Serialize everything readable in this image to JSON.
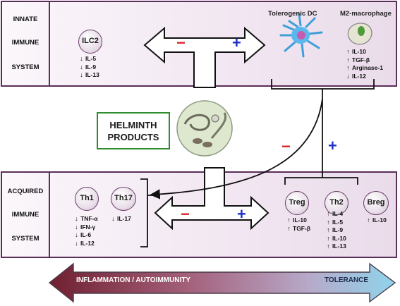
{
  "innate": {
    "label_lines": [
      "INNATE",
      "IMMUNE",
      "SYSTEM"
    ],
    "ilc2": {
      "name": "ILC2",
      "items": [
        {
          "dir": "down",
          "text": "IL-5"
        },
        {
          "dir": "down",
          "text": "IL-9"
        },
        {
          "dir": "down",
          "text": "IL-13"
        }
      ]
    },
    "tolerogenic_dc": {
      "title": "Tolerogenic DC"
    },
    "m2_macrophage": {
      "title": "M2-macrophage",
      "items": [
        {
          "dir": "up",
          "text": "IL-10"
        },
        {
          "dir": "up",
          "text": "TGF-β"
        },
        {
          "dir": "up",
          "text": "Arginase-1"
        },
        {
          "dir": "down",
          "text": "IL-12"
        }
      ]
    }
  },
  "helminth": {
    "line1": "HELMINTH",
    "line2": "PRODUCTS"
  },
  "signs": {
    "minus": "−",
    "plus": "+"
  },
  "acquired": {
    "label_lines": [
      "ACQUIRED",
      "IMMUNE",
      "SYSTEM"
    ],
    "th1": {
      "name": "Th1",
      "items": [
        {
          "dir": "down",
          "text": "TNF-α"
        },
        {
          "dir": "down",
          "text": "IFN-γ"
        },
        {
          "dir": "down",
          "text": "IL-6"
        },
        {
          "dir": "down",
          "text": "IL-12"
        }
      ]
    },
    "th17": {
      "name": "Th17",
      "items": [
        {
          "dir": "down",
          "text": "IL-17"
        }
      ]
    },
    "treg": {
      "name": "Treg",
      "items": [
        {
          "dir": "up",
          "text": "IL-10"
        },
        {
          "dir": "up",
          "text": "TGF-β"
        }
      ]
    },
    "th2": {
      "name": "Th2",
      "items": [
        {
          "dir": "up",
          "text": "IL-4"
        },
        {
          "dir": "up",
          "text": "IL-5"
        },
        {
          "dir": "up",
          "text": "IL-9"
        },
        {
          "dir": "up",
          "text": "IL-10"
        },
        {
          "dir": "up",
          "text": "IL-13"
        }
      ]
    },
    "breg": {
      "name": "Breg",
      "items": [
        {
          "dir": "up",
          "text": "IL-10"
        }
      ]
    }
  },
  "scale": {
    "left": "INFLAMMATION / AUTOIMMUNITY",
    "right": "TOLERANCE"
  },
  "arrow_glyphs": {
    "up": "🡅",
    "down": "🡇"
  },
  "colors": {
    "panel_border": "#5a2d5a",
    "minus": "#e0242c",
    "plus": "#1b2fc8",
    "helminth_border": "#2f8c2f",
    "scale_left": "#7a2a3a",
    "scale_right": "#8ecfe8"
  }
}
